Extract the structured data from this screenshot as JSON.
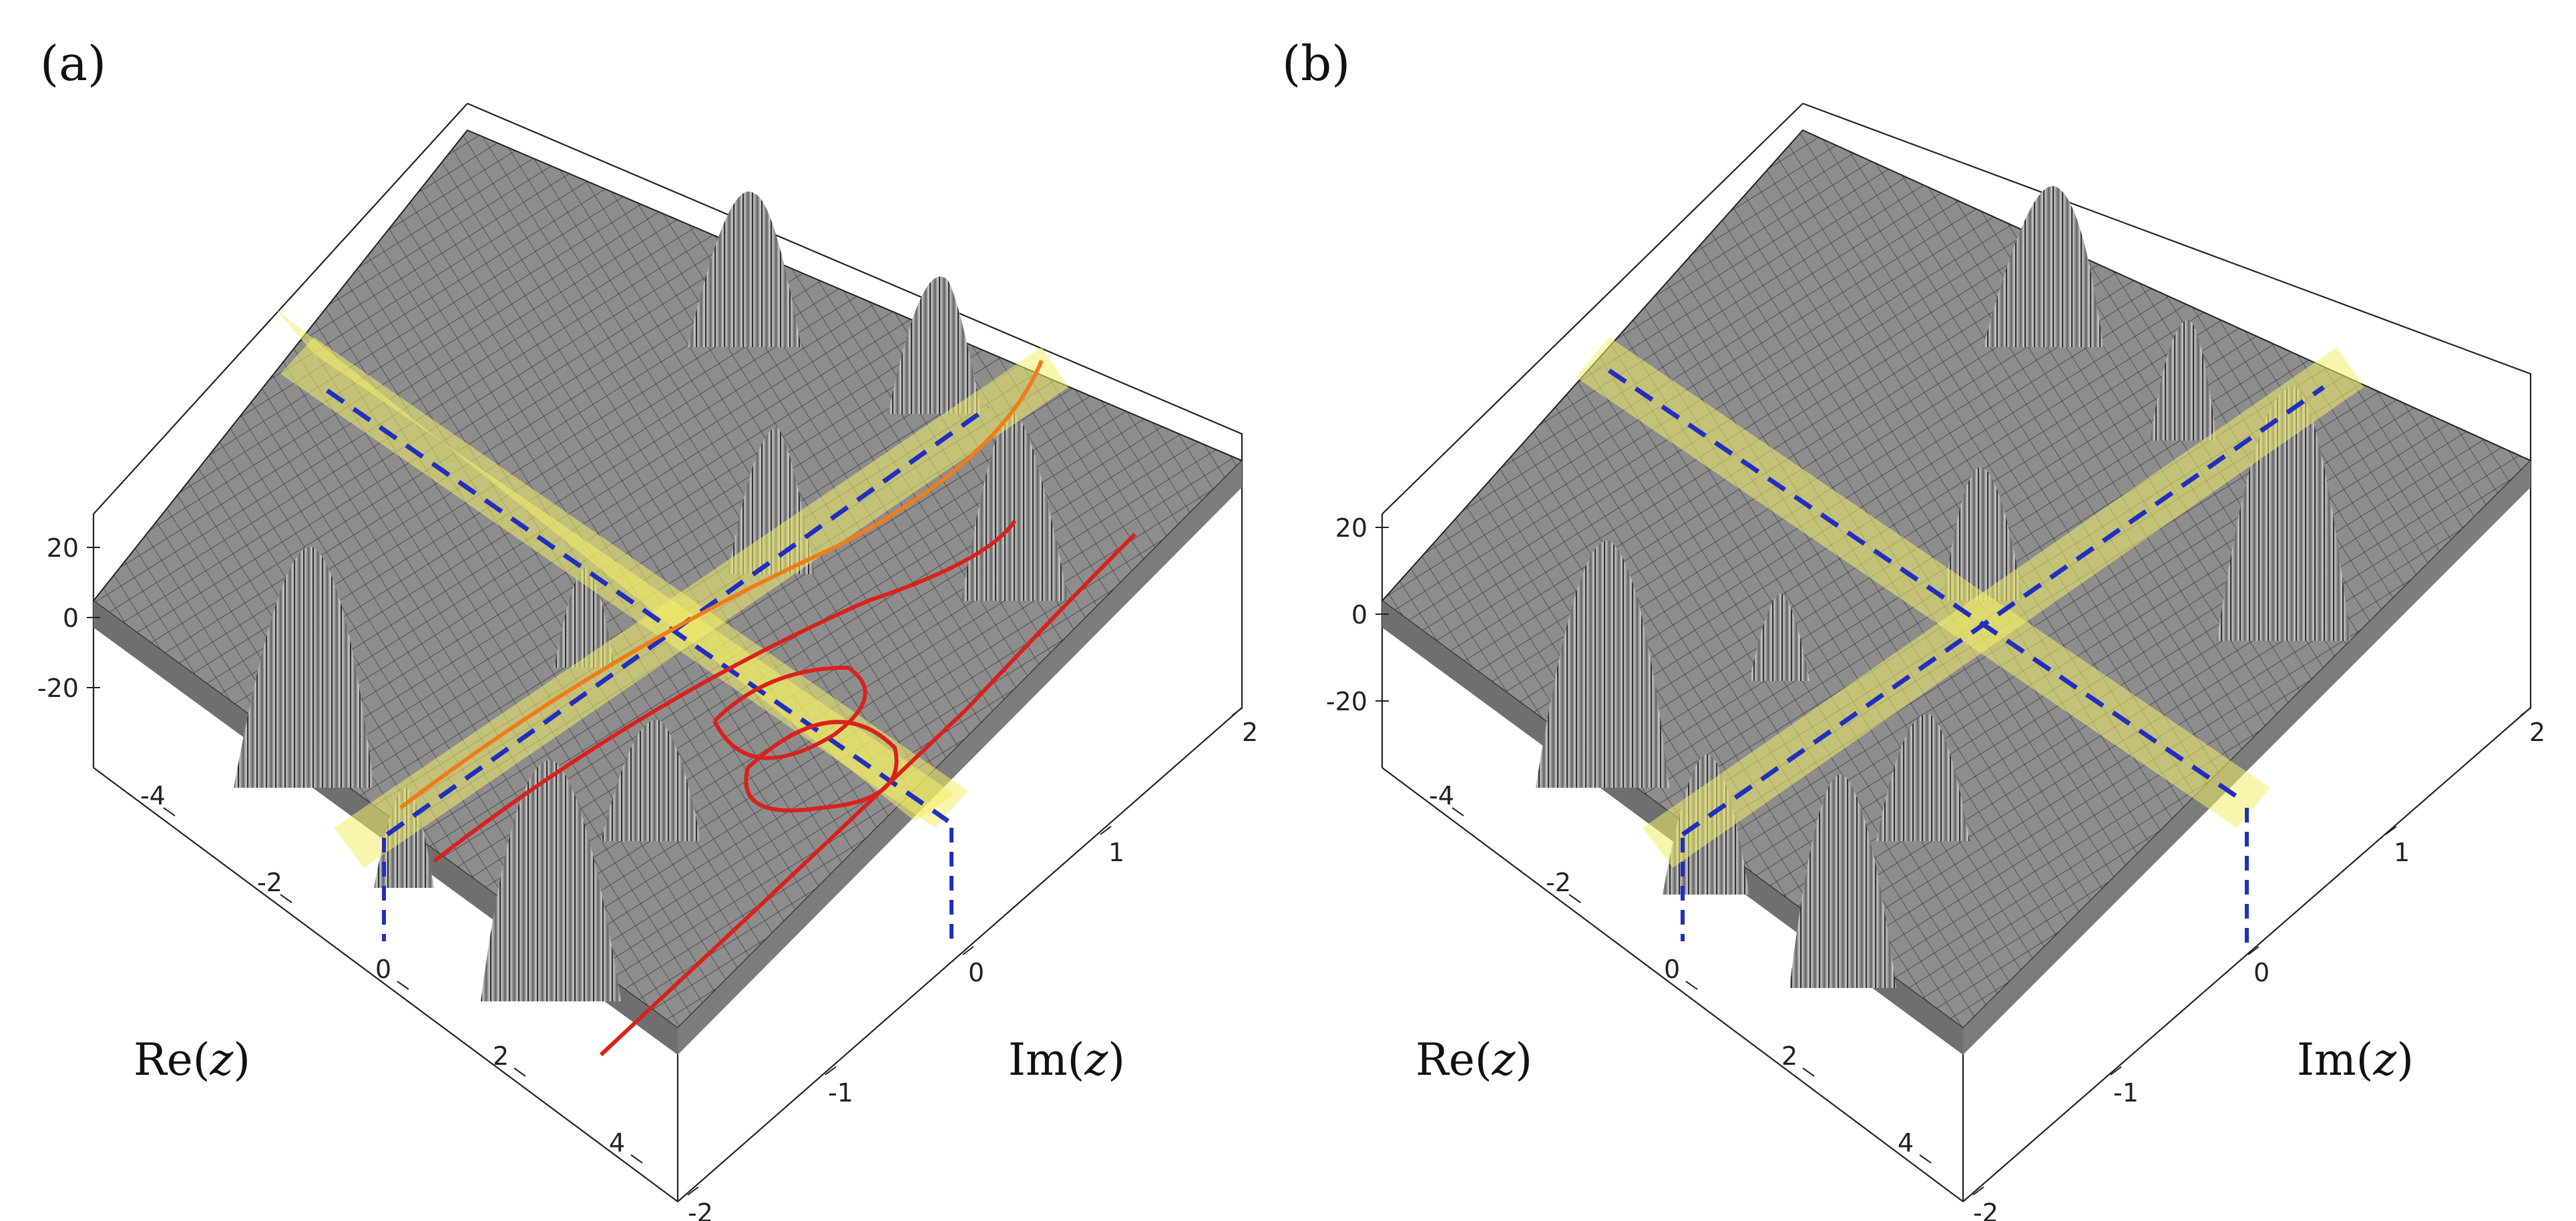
{
  "panels": [
    {
      "id": "a",
      "label": "(a)",
      "xlabel_text": "Re",
      "xlabel_var": "z",
      "ylabel_text": "Im",
      "ylabel_var": "z",
      "x_ticks": [
        "-4",
        "-2",
        "0",
        "2",
        "4"
      ],
      "y_ticks": [
        "-2",
        "-1",
        "0",
        "1",
        "2"
      ],
      "z_ticks": [
        "20",
        "0",
        "-20"
      ],
      "has_red_curves": true
    },
    {
      "id": "b",
      "label": "(b)",
      "xlabel_text": "Re",
      "xlabel_var": "z",
      "ylabel_text": "Im",
      "ylabel_var": "z",
      "x_ticks": [
        "-4",
        "-2",
        "0",
        "2",
        "4"
      ],
      "y_ticks": [
        "-2",
        "-1",
        "0",
        "1",
        "2"
      ],
      "z_ticks": [
        "20",
        "0",
        "-20"
      ],
      "has_red_curves": false
    }
  ],
  "colors": {
    "surface": "#8a8a8a",
    "surface_dark": "#5e5e5e",
    "highlight": "#f3ee6a",
    "dash_line": "#1f2fbf",
    "red_curve": "#d8221b",
    "orange_curve": "#ef7d1a"
  }
}
